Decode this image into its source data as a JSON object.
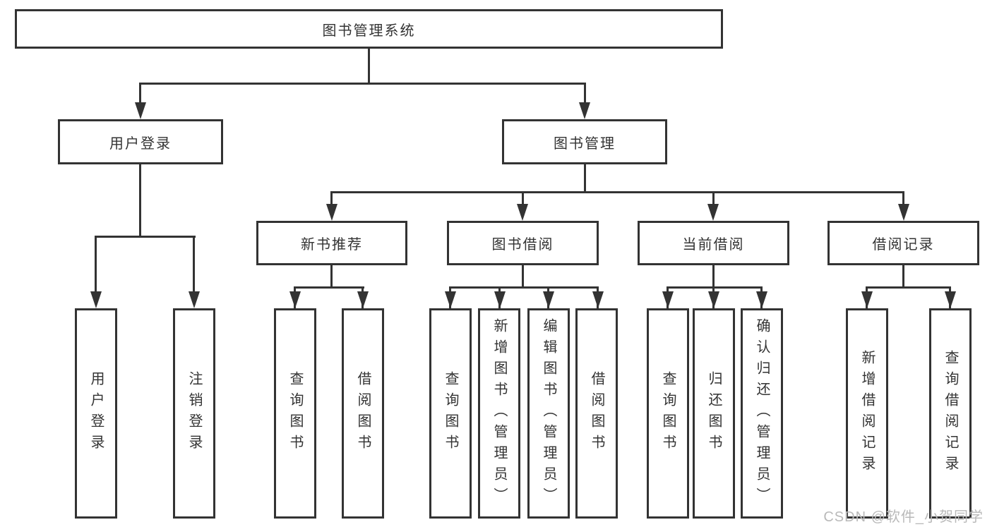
{
  "diagram": {
    "root": {
      "label": "图书管理系统"
    },
    "level2": [
      {
        "id": "user-login",
        "label": "用户登录"
      },
      {
        "id": "book-management",
        "label": "图书管理"
      }
    ],
    "level3": [
      {
        "id": "new-book-recommend",
        "label": "新书推荐",
        "parent": "图书管理"
      },
      {
        "id": "book-borrow",
        "label": "图书借阅",
        "parent": "图书管理"
      },
      {
        "id": "current-borrow",
        "label": "当前借阅",
        "parent": "图书管理"
      },
      {
        "id": "borrow-records",
        "label": "借阅记录",
        "parent": "图书管理"
      }
    ],
    "leaves": [
      {
        "id": "user-login-leaf",
        "label": "用户登录",
        "parent": "用户登录"
      },
      {
        "id": "logout-leaf",
        "label": "注销登录",
        "parent": "用户登录"
      },
      {
        "id": "query-books-recommend",
        "label": "查询图书",
        "parent": "新书推荐"
      },
      {
        "id": "borrow-books-recommend",
        "label": "借阅图书",
        "parent": "新书推荐"
      },
      {
        "id": "query-books-borrow",
        "label": "查询图书",
        "parent": "图书借阅"
      },
      {
        "id": "add-books-admin",
        "label": "新增图书（管理员）",
        "parent": "图书借阅"
      },
      {
        "id": "edit-books-admin",
        "label": "编辑图书（管理员）",
        "parent": "图书借阅"
      },
      {
        "id": "borrow-books",
        "label": "借阅图书",
        "parent": "图书借阅"
      },
      {
        "id": "query-books-current",
        "label": "查询图书",
        "parent": "当前借阅"
      },
      {
        "id": "return-books",
        "label": "归还图书",
        "parent": "当前借阅"
      },
      {
        "id": "confirm-return-admin",
        "label": "确认归还（管理员）",
        "parent": "当前借阅"
      },
      {
        "id": "add-borrow-record",
        "label": "新增借阅记录",
        "parent": "借阅记录"
      },
      {
        "id": "query-borrow-record",
        "label": "查询借阅记录",
        "parent": "借阅记录"
      }
    ]
  },
  "watermark": {
    "text": "CSDN @软件_小贺同学"
  },
  "colors": {
    "line": "#333333",
    "text": "#333333",
    "box_bg": "#ffffff",
    "watermark": "#b9b9b9"
  }
}
